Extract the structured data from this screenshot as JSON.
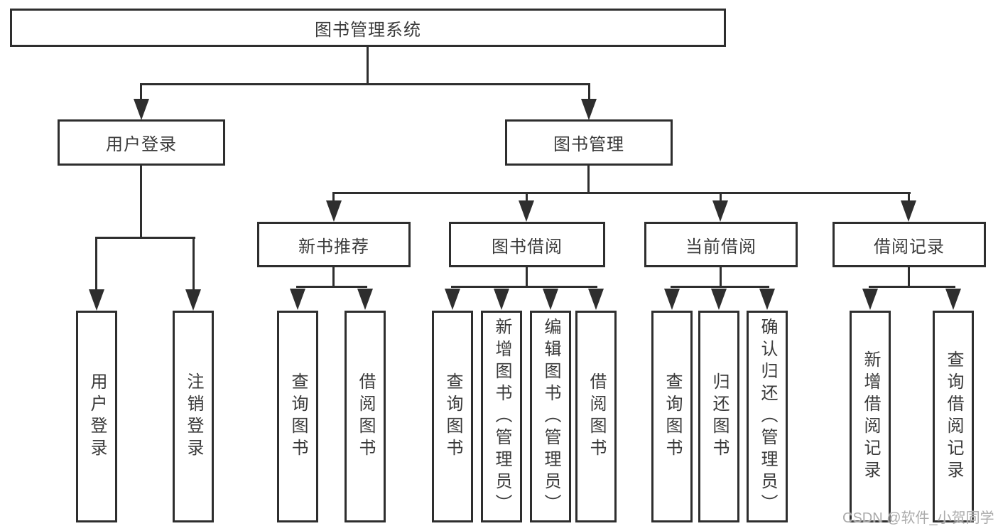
{
  "diagram": {
    "title": "图书管理系统",
    "colors": {
      "line": "#2e2e2e",
      "text": "#3a3a3a",
      "box_bg": "#ffffff",
      "watermark": "#ababab"
    },
    "nodes": {
      "root": "图书管理系统",
      "userLogin": "用户登录",
      "bookMgmt": "图书管理",
      "newBookRec": "新书推荐",
      "bookBorrow": "图书借阅",
      "currentBorrow": "当前借阅",
      "borrowRecord": "借阅记录",
      "leafUserLogin": "用户登录",
      "leafLogout": "注销登录",
      "leafNbQuery": "查询图书",
      "leafNbBorrow": "借阅图书",
      "leafBbQuery": "查询图书",
      "leafBbAdd": "新增图书（管理员）",
      "leafBbEdit": "编辑图书（管理员）",
      "leafBbBorrow": "借阅图书",
      "leafCbQuery": "查询图书",
      "leafCbReturn": "归还图书",
      "leafCbConfirm": "确认归还（管理员）",
      "leafBrAdd": "新增借阅记录",
      "leafBrQuery": "查询借阅记录"
    },
    "structure": {
      "图书管理系统": [
        "用户登录",
        "图书管理"
      ],
      "用户登录": [
        "用户登录",
        "注销登录"
      ],
      "图书管理": [
        "新书推荐",
        "图书借阅",
        "当前借阅",
        "借阅记录"
      ],
      "新书推荐": [
        "查询图书",
        "借阅图书"
      ],
      "图书借阅": [
        "查询图书",
        "新增图书（管理员）",
        "编辑图书（管理员）",
        "借阅图书"
      ],
      "当前借阅": [
        "查询图书",
        "归还图书",
        "确认归还（管理员）"
      ],
      "借阅记录": [
        "新增借阅记录",
        "查询借阅记录"
      ]
    },
    "watermark": "CSDN @软件_小贺同学"
  }
}
